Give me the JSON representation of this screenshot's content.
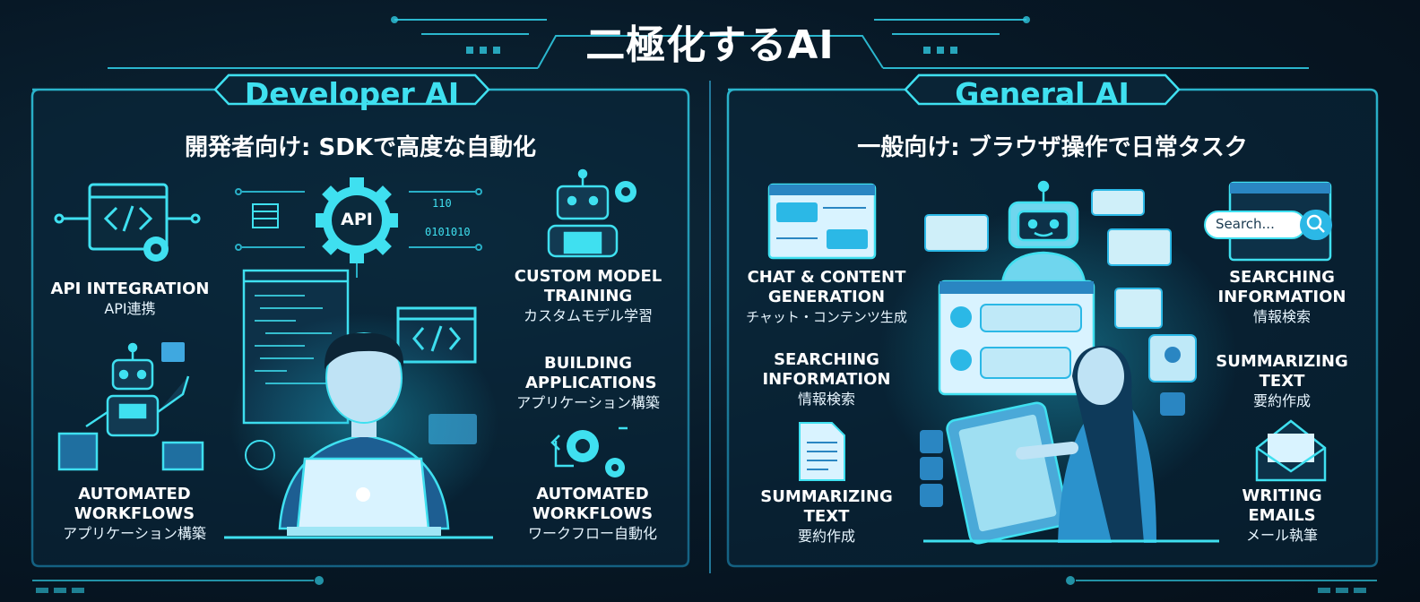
{
  "title": "二極化するAI",
  "developer": {
    "heading": "Developer AI",
    "subtitle": "開発者向け: SDKで高度な自動化",
    "api_badge": "API",
    "items": [
      {
        "en": "API INTEGRATION",
        "ja": "API連携"
      },
      {
        "en": "AUTOMATED WORKFLOWS",
        "ja": "アプリケーション構築"
      },
      {
        "en": "CUSTOM MODEL TRAINING",
        "ja": "カスタムモデル学習"
      },
      {
        "en": "BUILDING APPLICATIONS",
        "ja": "アプリケーション構築"
      },
      {
        "en": "AUTOMATED WORKFLOWS",
        "ja": "ワークフロー自動化"
      }
    ],
    "binary_1": "110",
    "binary_2": "0101010"
  },
  "general": {
    "heading": "General AI",
    "subtitle": "一般向け: ブラウザ操作で日常タスク",
    "search_placeholder": "Search...",
    "items": [
      {
        "en": "CHAT & CONTENT GENERATION",
        "ja": "チャット・コンテンツ生成"
      },
      {
        "en": "SEARCHING INFORMATION",
        "ja": "情報検索"
      },
      {
        "en": "SUMMARIZING TEXT",
        "ja": "要約作成"
      },
      {
        "en": "SEARCHING INFORMATION",
        "ja": "情報検索"
      },
      {
        "en": "SUMMARIZING TEXT",
        "ja": "要約作成"
      },
      {
        "en": "WRITING EMAILS",
        "ja": "メール執筆"
      }
    ]
  },
  "colors": {
    "accent": "#3fe0f0",
    "panel_border": "#2fc8e0",
    "background": "#06131f"
  },
  "icons": [
    "code-window-icon",
    "gear-icon",
    "robot-icon",
    "laptop-icon",
    "chat-window-icon",
    "document-icon",
    "search-icon",
    "email-icon",
    "facebook-icon",
    "twitter-icon",
    "linkedin-icon",
    "user-icon"
  ]
}
